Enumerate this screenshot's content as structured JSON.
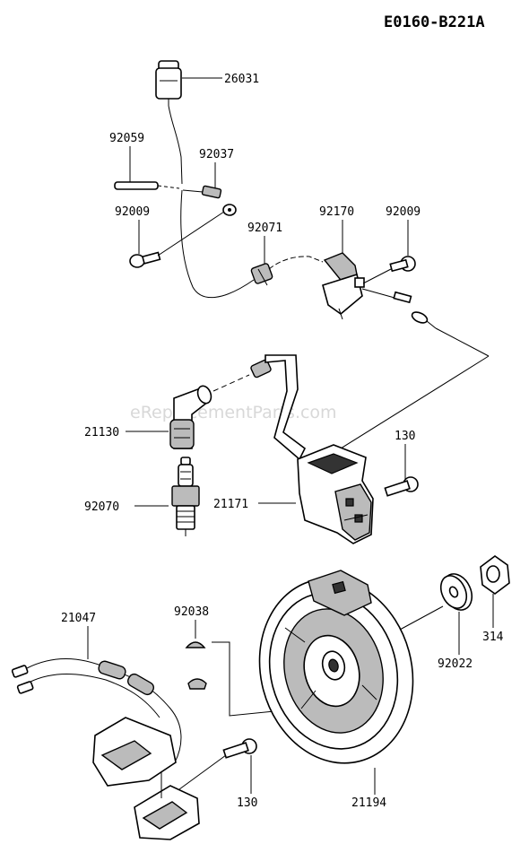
{
  "diagram": {
    "code": "E0160-B221A",
    "watermark": "eReplacementParts.com",
    "callouts": {
      "c26031": "26031",
      "c92059": "92059",
      "c92037": "92037",
      "c92009a": "92009",
      "c92071": "92071",
      "c92170": "92170",
      "c92009b": "92009",
      "c21130": "21130",
      "c130a": "130",
      "c92070": "92070",
      "c21171": "21171",
      "c21047": "21047",
      "c92038": "92038",
      "c92022": "92022",
      "c314": "314",
      "c130b": "130",
      "c21194": "21194"
    }
  }
}
